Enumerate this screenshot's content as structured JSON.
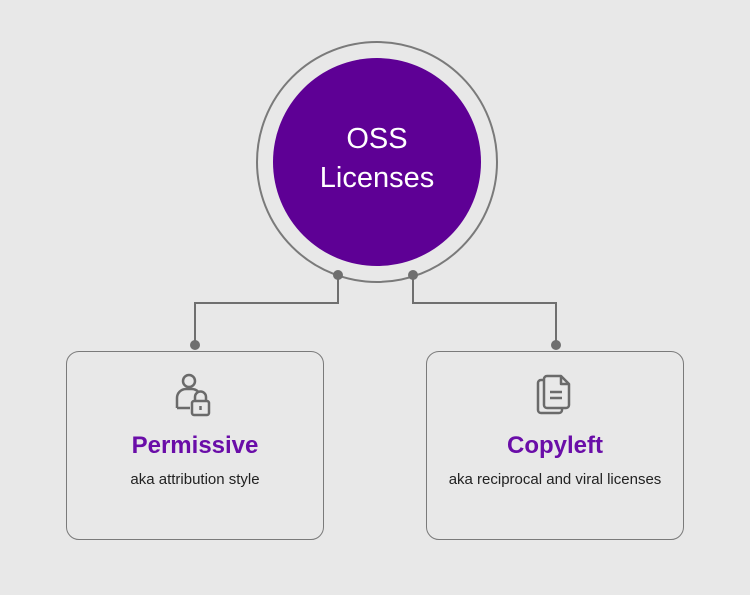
{
  "root": {
    "line1": "OSS",
    "line2": "Licenses"
  },
  "branches": [
    {
      "title": "Permissive",
      "subtitle": "aka attribution style",
      "icon": "user-lock-icon"
    },
    {
      "title": "Copyleft",
      "subtitle": "aka reciprocal and viral licenses",
      "icon": "documents-icon"
    }
  ],
  "colors": {
    "accent": "#5e0095",
    "title": "#6a0da8",
    "line": "#777777",
    "background": "#e8e8e8"
  }
}
